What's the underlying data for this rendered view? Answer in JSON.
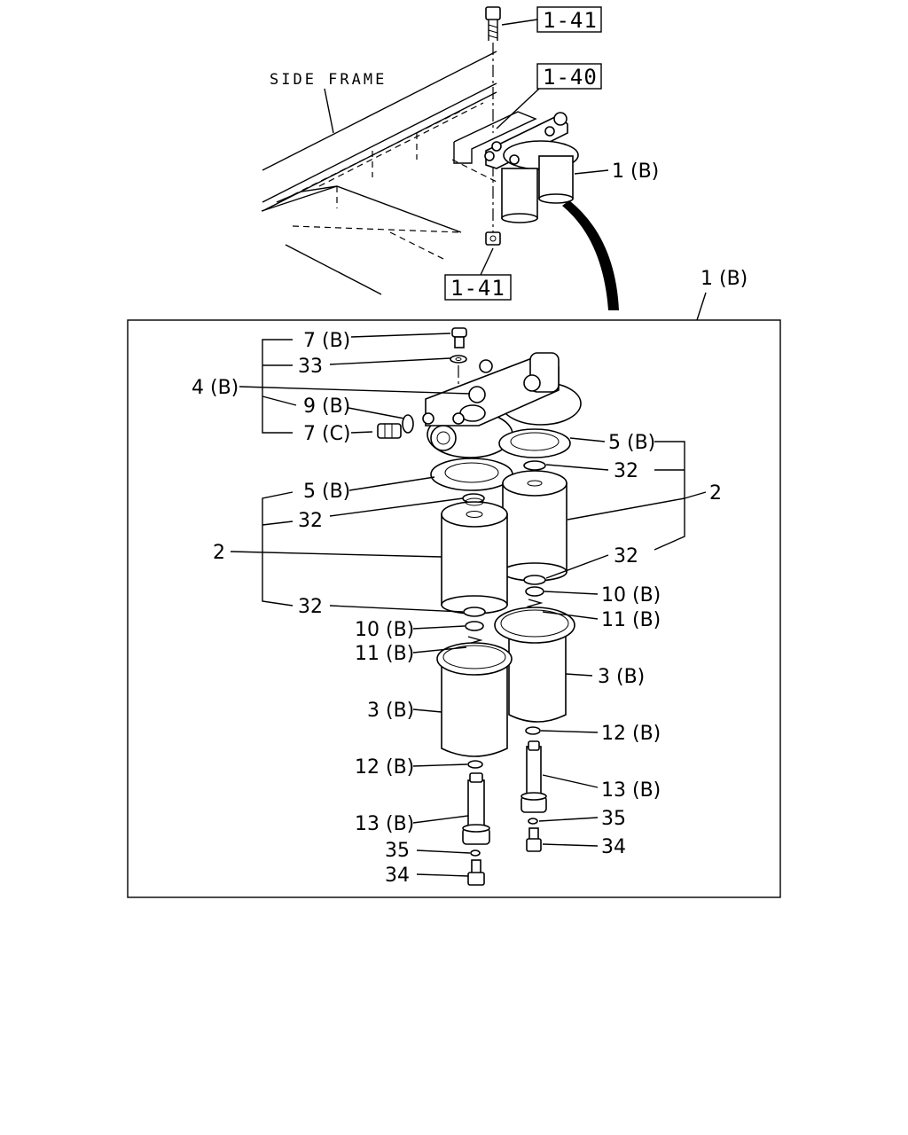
{
  "overview": {
    "side_frame_label": "SIDE FRAME",
    "ref_top_bolt": "1-41",
    "ref_bracket": "1-40",
    "ref_bottom_nut": "1-41",
    "assembly_label": "1 (B)"
  },
  "detail": {
    "title_label": "1 (B)",
    "labels": {
      "screw_top": "7 (B)",
      "washer_33": "33",
      "head_4b": "4 (B)",
      "washer_9b": "9 (B)",
      "bolt_7c": "7 (C)",
      "gasket_5b_right": "5 (B)",
      "seal_32_right_top": "32",
      "group_2_right": "2",
      "seal_32_right_low": "32",
      "ring_10b_right": "10 (B)",
      "spring_11b_right": "11 (B)",
      "bowl_3b_right": "3 (B)",
      "oring_12b_right": "12 (B)",
      "stud_13b_right": "13 (B)",
      "ring_35_right": "35",
      "bolt_34_right": "34",
      "gasket_5b_left": "5 (B)",
      "seal_32_left_top": "32",
      "group_2_left": "2",
      "seal_32_left_low": "32",
      "ring_10b_left": "10 (B)",
      "spring_11b_left": "11 (B)",
      "bowl_3b_left": "3 (B)",
      "oring_12b_left": "12 (B)",
      "stud_13b_left": "13 (B)",
      "ring_35_left": "35",
      "bolt_34_left": "34"
    }
  }
}
